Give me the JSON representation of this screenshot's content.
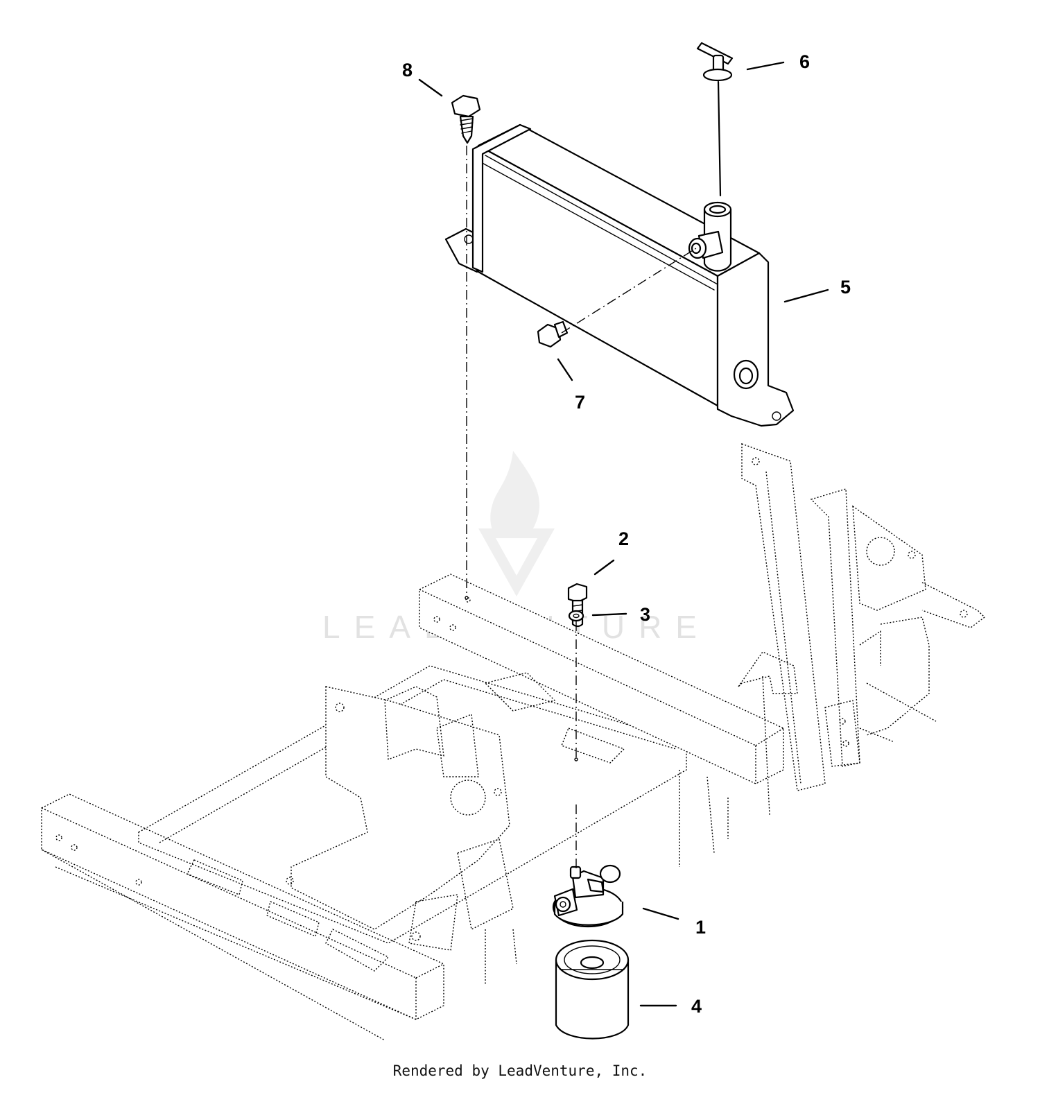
{
  "watermark": {
    "text": "LEADVENTURE"
  },
  "callouts": [
    {
      "id": "1",
      "part": "filter-head"
    },
    {
      "id": "2",
      "part": "bolt"
    },
    {
      "id": "3",
      "part": "washer"
    },
    {
      "id": "4",
      "part": "oil-filter"
    },
    {
      "id": "5",
      "part": "oil-reservoir-tank"
    },
    {
      "id": "6",
      "part": "dipstick"
    },
    {
      "id": "7",
      "part": "plug"
    },
    {
      "id": "8",
      "part": "screw"
    }
  ],
  "footer": {
    "text": "Rendered by LeadVenture, Inc."
  },
  "colors": {
    "line": "#000000",
    "watermark": "#e2e2e2",
    "background": "#ffffff"
  }
}
